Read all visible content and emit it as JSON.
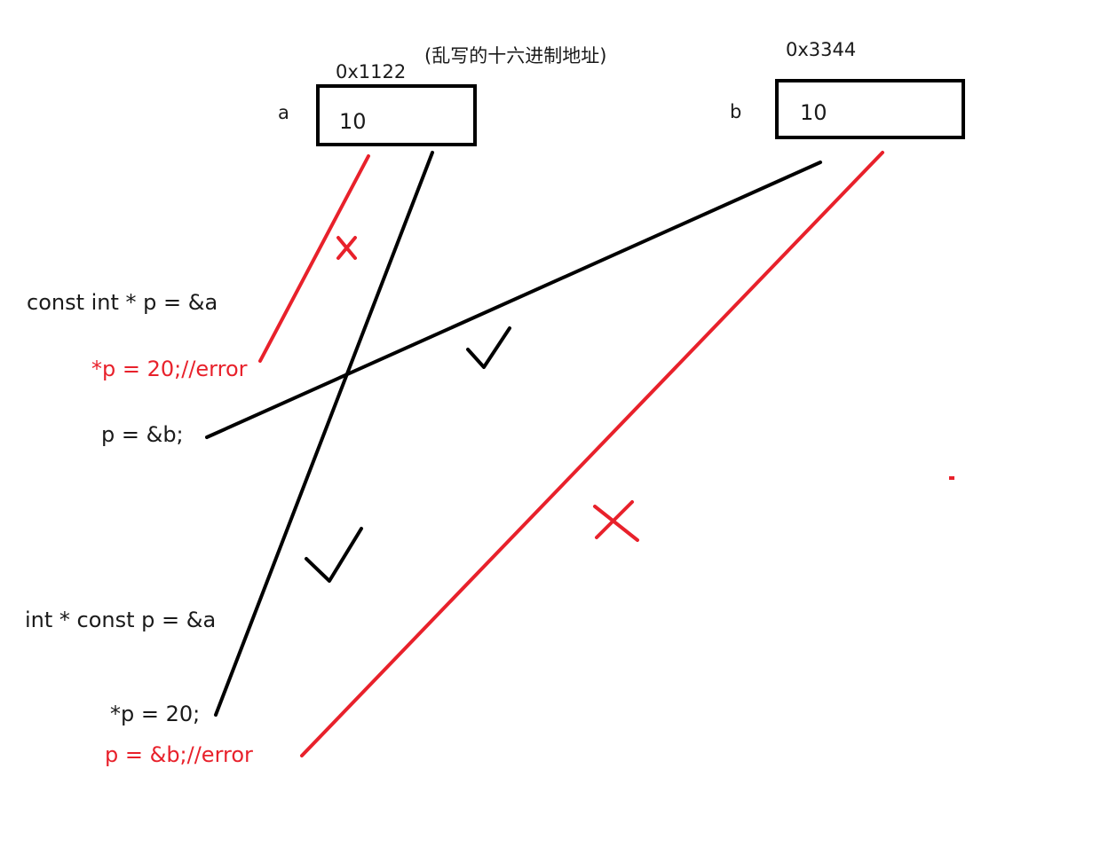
{
  "note": "(乱写的十六进制地址)",
  "var_a": {
    "name": "a",
    "address": "0x1122",
    "value": "10"
  },
  "var_b": {
    "name": "b",
    "address": "0x3344",
    "value": "10"
  },
  "code": {
    "decl1": "const int * p = &a",
    "stmt1": "*p = 20;//error",
    "stmt2": "p = &b;",
    "decl2": "int * const p = &a",
    "stmt3": "*p = 20;",
    "stmt4": "p = &b;//error"
  },
  "colors": {
    "ok": "#000000",
    "error": "#e8212b"
  },
  "marks": {
    "check": "checkmark-icon",
    "cross": "cross-icon"
  }
}
